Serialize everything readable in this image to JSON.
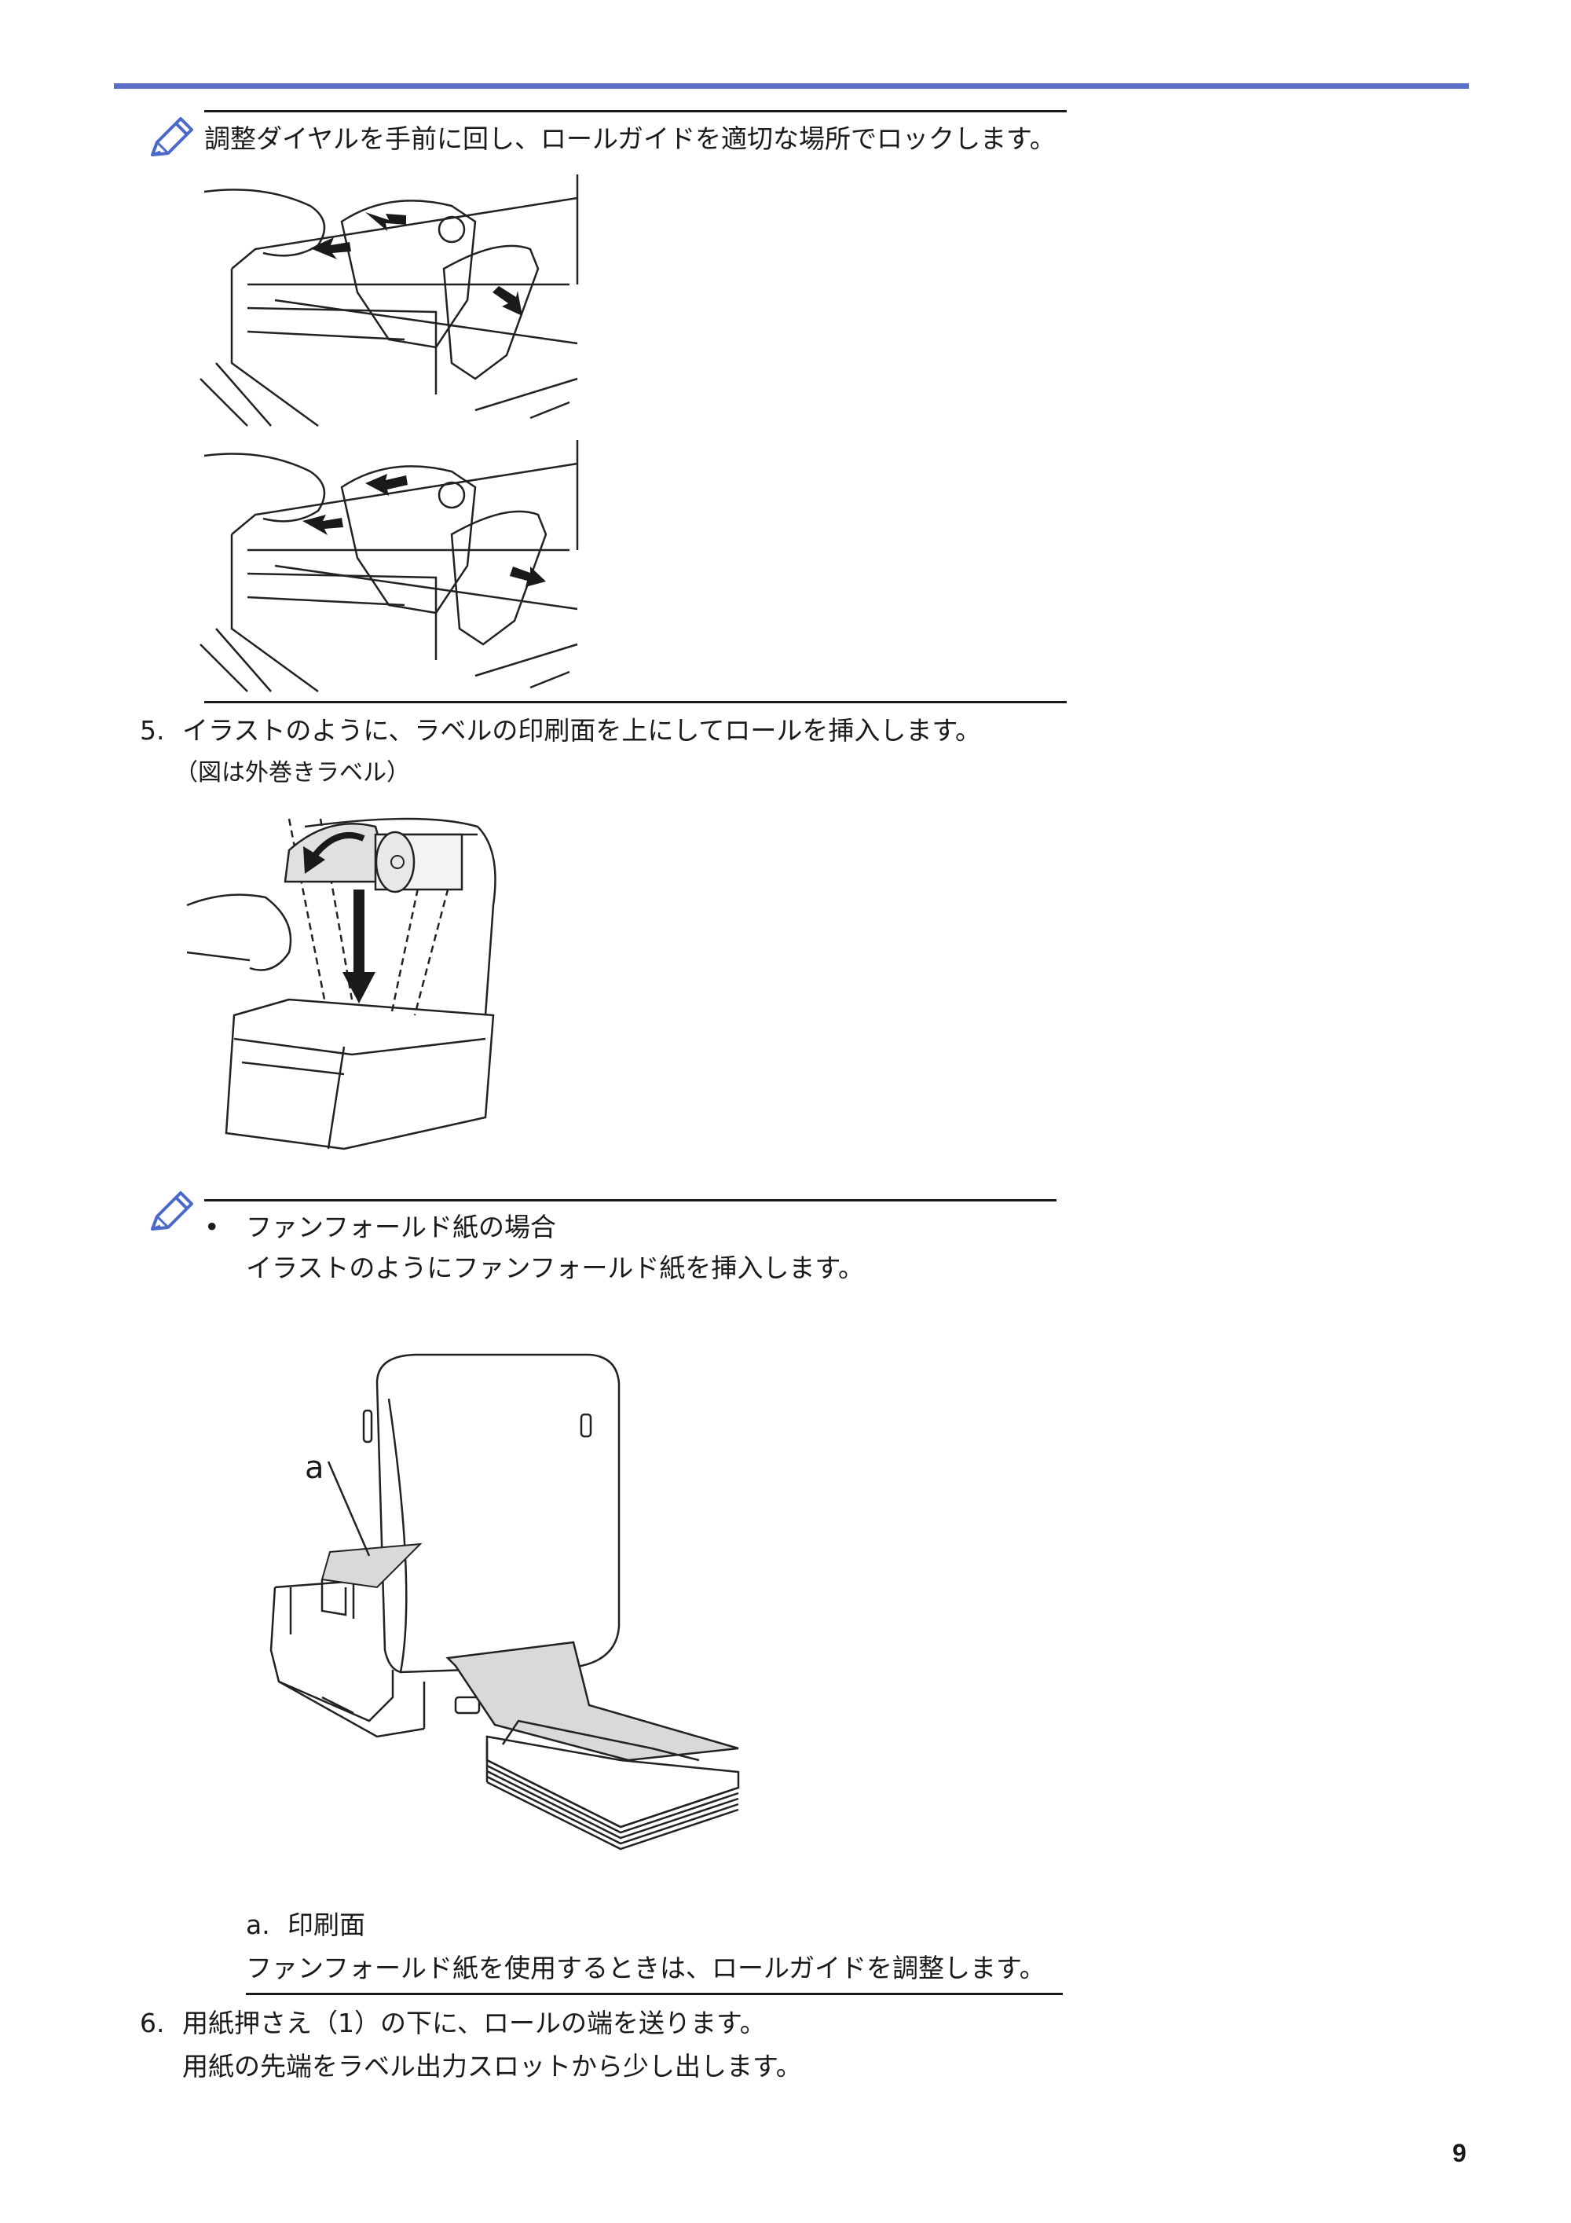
{
  "note1": {
    "text": "調整ダイヤルを手前に回し、ロールガイドを適切な場所でロックします。"
  },
  "step5": {
    "number": "5.",
    "text": "イラストのように、ラベルの印刷面を上にしてロールを挿入します。",
    "caption": "（図は外巻きラベル）"
  },
  "note2": {
    "bullet": "•",
    "title": "ファンフォールド紙の場合",
    "text": "イラストのようにファンフォールド紙を挿入します。",
    "figure_label": "a",
    "legend_marker": "a.",
    "legend_text": "印刷面",
    "after_text": "ファンフォールド紙を使用するときは、ロールガイドを調整します。"
  },
  "step6": {
    "number": "6.",
    "line1": "用紙押さえ（1）の下に、ロールの端を送ります。",
    "line2": "用紙の先端をラベル出力スロットから少し出します。"
  },
  "page_number": "9",
  "colors": {
    "accent": "#5b6fc9",
    "pencil": "#4a69c9"
  }
}
